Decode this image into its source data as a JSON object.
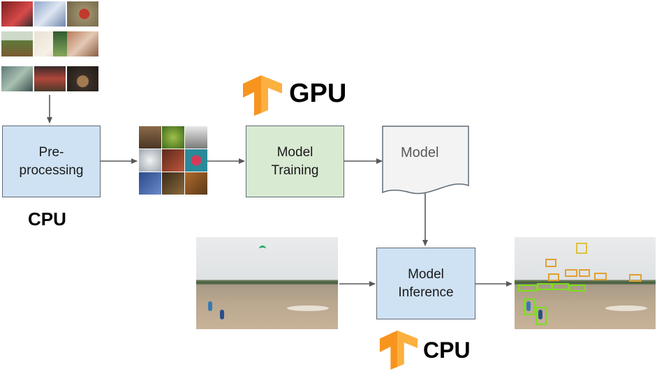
{
  "nodes": {
    "preprocessing": {
      "line1": "Pre-",
      "line2": "processing"
    },
    "training": {
      "line1": "Model",
      "line2": "Training"
    },
    "model_doc": {
      "label": "Model"
    },
    "inference": {
      "line1": "Model",
      "line2": "Inference"
    }
  },
  "labels": {
    "cpu_preprocess": "CPU",
    "gpu_training": "GPU",
    "cpu_inference": "CPU"
  },
  "icons": {
    "logo": "tensorflow-logo",
    "arrow": "arrow-right"
  },
  "colors": {
    "preprocess_fill": "#cfe2f3",
    "training_fill": "#d9ead3",
    "doc_fill": "#f3f3f3",
    "detection_box": "#7ddc1f",
    "tf_orange": "#f7941e"
  }
}
